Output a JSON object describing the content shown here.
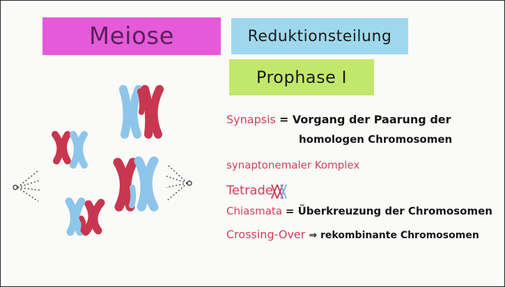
{
  "cards": {
    "meiose": "Meiose",
    "reduktion": "Reduktionsteilung",
    "prophase": "Prophase I"
  },
  "notes": {
    "synapsis_term": "Synapsis",
    "synapsis_def_1": "= Vorgang der Paarung der",
    "synapsis_def_2": "homologen Chromosomen",
    "synaptonemal": "synaptonemaler Komplex",
    "tetrade_term": "Tetrade",
    "chiasmata_term": "Chiasmata",
    "chiasmata_def": "= Überkreuzung der Chromosomen",
    "crossing_term": "Crossing-Over",
    "crossing_def": "⇒ rekombinante Chromosomen"
  },
  "colors": {
    "magenta_card": "#e45bd9",
    "blue_card": "#9fd8ec",
    "green_card": "#c2e86b",
    "chromosome_red": "#c8374f",
    "chromosome_blue": "#8ec5ea"
  }
}
